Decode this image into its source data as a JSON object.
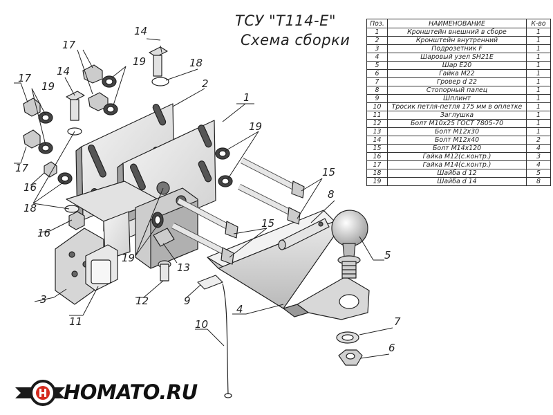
{
  "title": {
    "line1": "ТСУ \"Т114-Е\"",
    "line2": "Схема сборки"
  },
  "spec_table": {
    "headers": [
      "Поз.",
      "НАИМЕНОВАНИЕ",
      "К-во"
    ],
    "rows": [
      [
        "1",
        "Кронштейн внешний в сборе",
        "1"
      ],
      [
        "2",
        "Кронштейн внутренний",
        "1"
      ],
      [
        "3",
        "Подрозетник F",
        "1"
      ],
      [
        "4",
        "Шаровый узел SH21E",
        "1"
      ],
      [
        "5",
        "Шар Е20",
        "1"
      ],
      [
        "6",
        "Гайка М22",
        "1"
      ],
      [
        "7",
        "Гровер d 22",
        "1"
      ],
      [
        "8",
        "Стопорный палец",
        "1"
      ],
      [
        "9",
        "Шплинт",
        "1"
      ],
      [
        "10",
        "Тросик петля-петля 175 мм в оплетке",
        "1"
      ],
      [
        "11",
        "Заглушка",
        "1"
      ],
      [
        "12",
        "Болт М10х25 ГОСТ 7805-70",
        "1"
      ],
      [
        "13",
        "Болт М12х30",
        "1"
      ],
      [
        "14",
        "Болт М12х40",
        "2"
      ],
      [
        "15",
        "Болт М14х120",
        "4"
      ],
      [
        "16",
        "Гайка М12(с.контр.)",
        "3"
      ],
      [
        "17",
        "Гайка М14(с.контр.)",
        "4"
      ],
      [
        "18",
        "Шайба d 12",
        "5"
      ],
      [
        "19",
        "Шайба d 14",
        "8"
      ]
    ]
  },
  "callouts": {
    "n1": "1",
    "n2": "2",
    "n3": "3",
    "n4": "4",
    "n5": "5",
    "n6": "6",
    "n7": "7",
    "n8": "8",
    "n9": "9",
    "n10": "10",
    "n11": "11",
    "n12": "12",
    "n13": "13",
    "n14a": "14",
    "n14b": "14",
    "n15a": "15",
    "n15b": "15",
    "n16a": "16",
    "n16b": "16",
    "n17a": "17",
    "n17b": "17",
    "n17c": "17",
    "n18a": "18",
    "n18b": "18",
    "n19a": "19",
    "n19b": "19",
    "n19c": "19",
    "n19d": "19"
  },
  "logo": {
    "text": "HOMATO.RU",
    "colors": {
      "red": "#d42a1e",
      "dark": "#1a1a1a"
    }
  }
}
